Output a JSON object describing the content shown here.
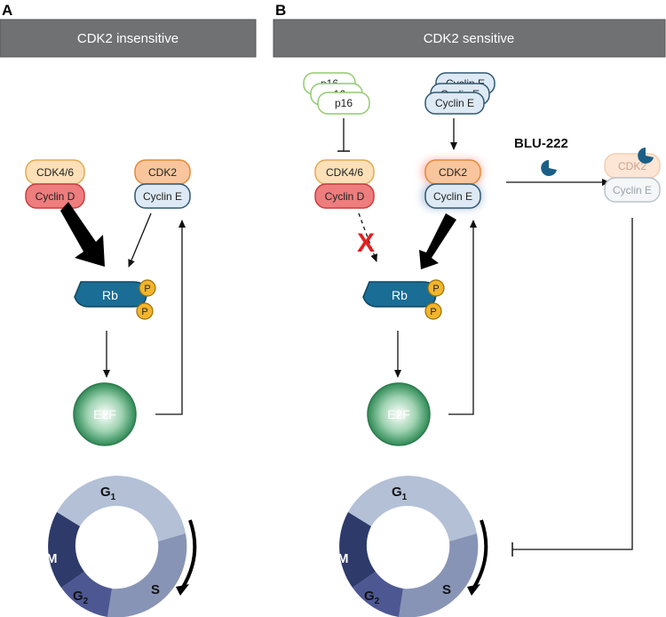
{
  "panels": {
    "a": {
      "letter": "A",
      "header": "CDK2 insensitive"
    },
    "b": {
      "letter": "B",
      "header": "CDK2 sensitive"
    }
  },
  "labels": {
    "cdk46": "CDK4/6",
    "cyclin_d": "Cyclin D",
    "cdk2": "CDK2",
    "cyclin_e": "Cyclin E",
    "rb": "Rb",
    "p": "P",
    "e2f": "E2F",
    "p16": "p16",
    "p16_back": "p16",
    "cyclin_e_back": "Cyclin E",
    "blu222": "BLU-222",
    "block_mark": "X",
    "g": "G",
    "sub1": "1",
    "sub2": "2",
    "s": "S",
    "m": "M"
  },
  "colors": {
    "header_bg": "#6f7172",
    "cdk_orange_fill": "#f9c59c",
    "cdk_orange_stroke": "#e58a3a",
    "cdk46_fill": "#fbe0b8",
    "cdk46_stroke": "#e5a955",
    "cyclin_d_fill": "#ee7d7d",
    "cyclin_d_stroke": "#c93e3e",
    "cyclin_e_fill": "#dde9f4",
    "cyclin_e_stroke": "#2f5872",
    "rb_fill": "#1a6d94",
    "p_fill": "#f2b52c",
    "e2f_green": "#2f8a56",
    "p16_stroke": "#8fcc6e",
    "cycle_g1": "#b3c0d6",
    "cycle_s": "#8894b6",
    "cycle_g2": "#4d5893",
    "cycle_m": "#2e3a6a",
    "block_red": "#e02020",
    "inhibitor": "#1b5f86"
  }
}
